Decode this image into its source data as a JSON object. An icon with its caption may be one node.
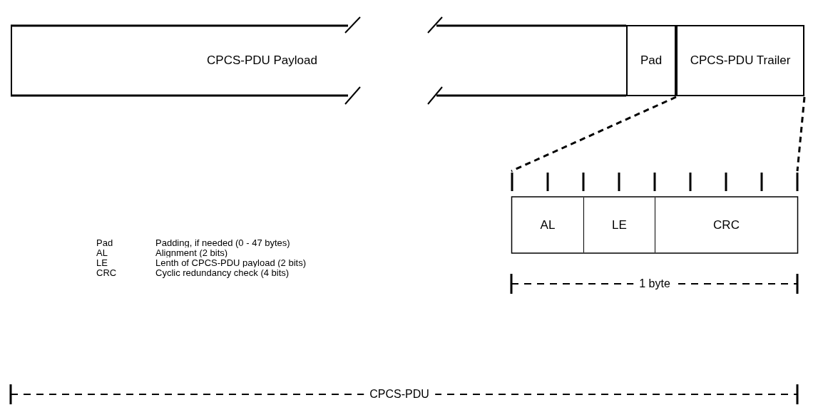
{
  "diagram": {
    "nodes": [
      {
        "text": [
          "CPCS-PDU Payload"
        ]
      },
      {
        "text": [
          "Pad"
        ]
      },
      {
        "text": [
          "CPCS-PDU Trailer"
        ]
      },
      {
        "text": [],
        "shape": "box"
      },
      {
        "text": [
          "AL"
        ],
        "in": 3
      },
      {
        "text": [
          "LE"
        ],
        "in": 3
      },
      {
        "text": [
          "CRC"
        ],
        "in": 3
      }
    ],
    "edges": [
      {
        "from": 2,
        "to": 3,
        "arrow": "none",
        "style": "dashed"
      },
      {
        "from": 2,
        "to": 3,
        "arrow": "none",
        "style": "dashed"
      }
    ],
    "labels": [
      "Pad",
      "Padding, if needed (0 - 47 bytes)",
      "AL",
      "Alignment (2 bits)",
      "LE",
      "Lenth of CPCS-PDU payload (2 bits)",
      "CRC",
      "Cyclic redundancy check (4 bits)",
      "1 byte",
      "CPCS-PDU"
    ]
  }
}
